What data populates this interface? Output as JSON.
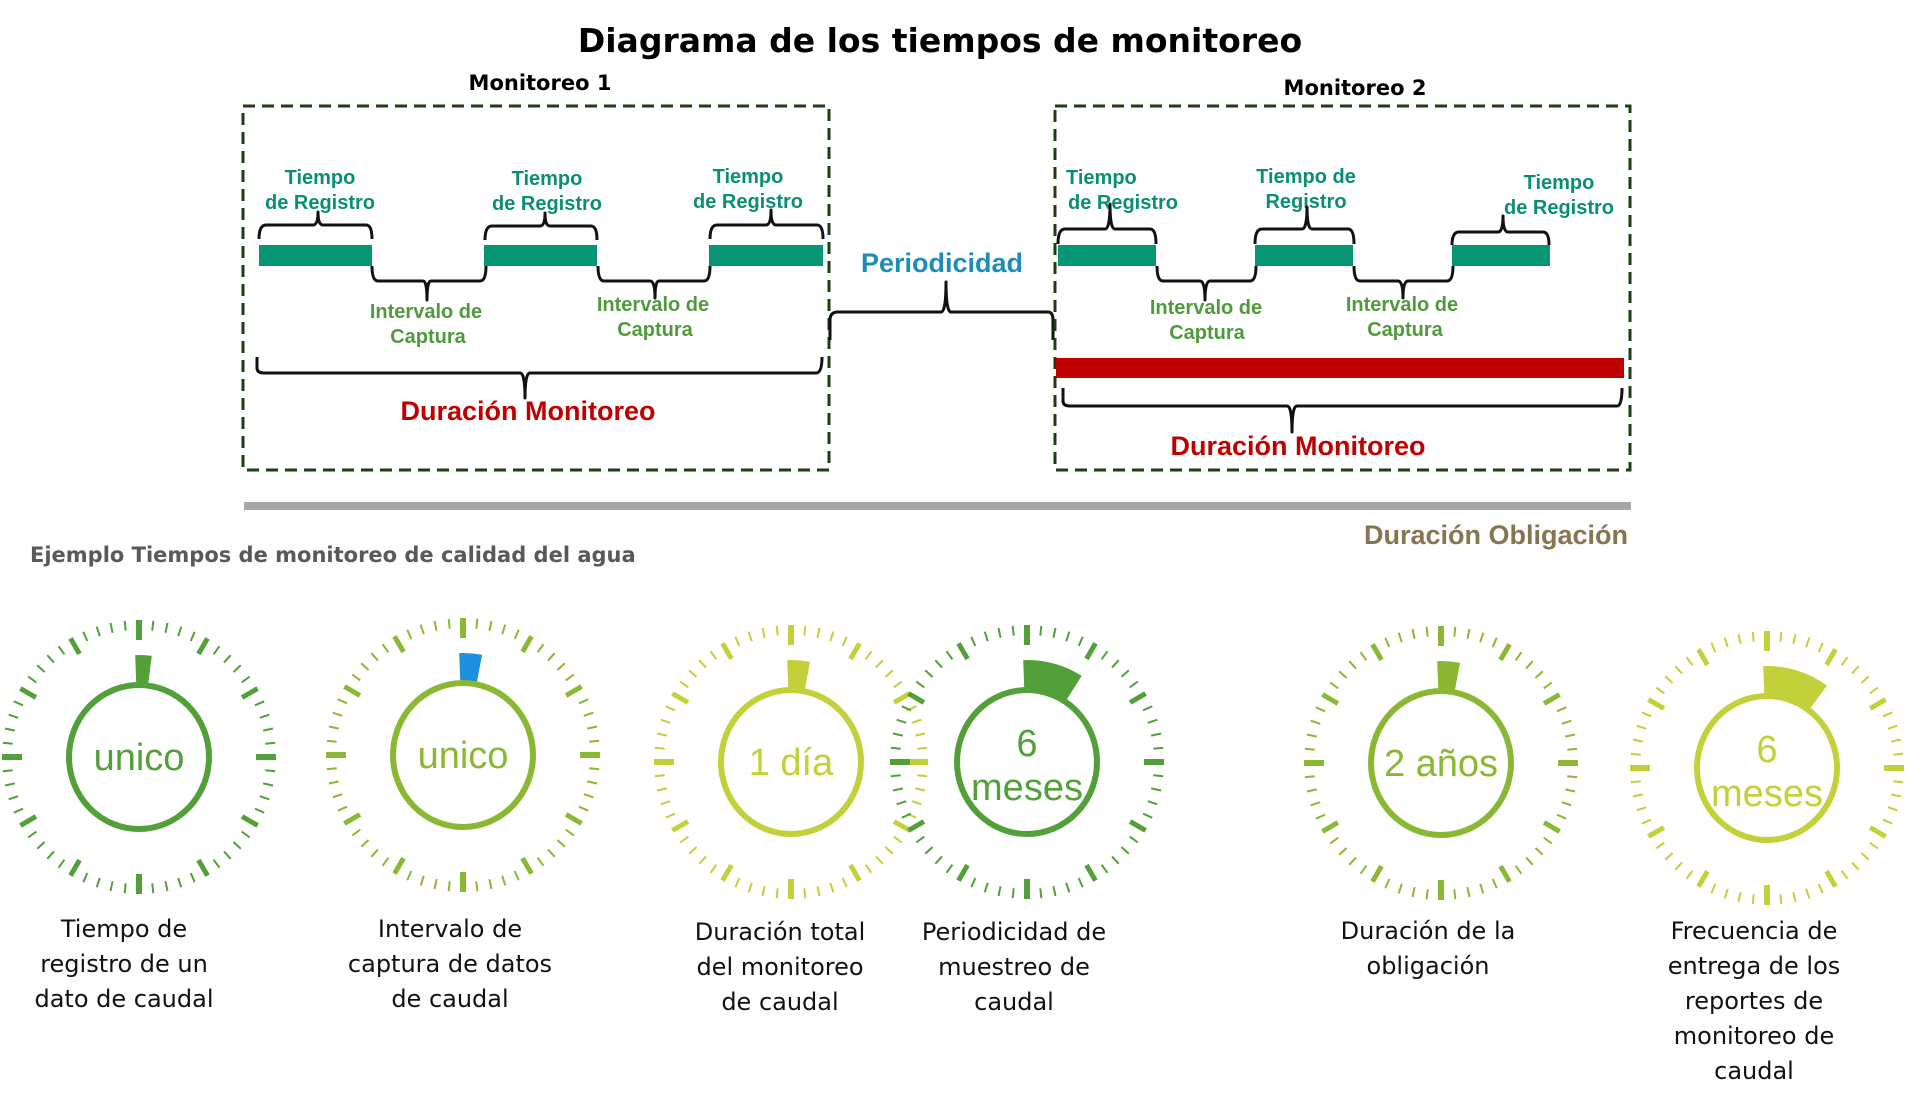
{
  "title": "Diagrama de los tiempos de monitoreo",
  "colors": {
    "registro_bar": "#069674",
    "registro_text": "#0a8f73",
    "captura_text": "#4f9a3c",
    "duracion": "#c00000",
    "periodicidad": "#1b8db8",
    "obligacion_bar": "#a6a6a6",
    "obligacion_text": "#857550",
    "box_border": "#1f3d12"
  },
  "monitoreo1": {
    "label": "Monitoreo 1",
    "registros": [
      {
        "line1": "Tiempo",
        "line2": "de Registro"
      },
      {
        "line1": "Tiempo",
        "line2": "de Registro"
      },
      {
        "line1": "Tiempo",
        "line2": "de Registro"
      }
    ],
    "capturas": [
      {
        "line1": "Intervalo de",
        "line2": "Captura"
      },
      {
        "line1": "Intervalo de",
        "line2": "Captura"
      }
    ],
    "duracion": "Duración Monitoreo"
  },
  "periodicidad": "Periodicidad",
  "monitoreo2": {
    "label": "Monitoreo 2",
    "registros": [
      {
        "line1": "Tiempo",
        "line2": "de Registro"
      },
      {
        "line1": "Tiempo de",
        "line2": "Registro"
      },
      {
        "line1": "Tiempo",
        "line2": "de Registro"
      }
    ],
    "capturas": [
      {
        "line1": "Intervalo de",
        "line2": "Captura"
      },
      {
        "line1": "Intervalo de",
        "line2": "Captura"
      }
    ],
    "duracion": "Duración Monitoreo"
  },
  "obligacion": "Duración Obligación",
  "ejemplo_title": "Ejemplo Tiempos de monitoreo de calidad del agua",
  "gauges": [
    {
      "value_lines": [
        "unico"
      ],
      "color": "#53a03a",
      "wedge_color": "#53a03a",
      "wedge_fraction": 0.02,
      "label_lines": [
        "Tiempo de",
        "registro de un",
        "dato de caudal"
      ]
    },
    {
      "value_lines": [
        "unico"
      ],
      "color": "#8ab833",
      "wedge_color": "#1e90e0",
      "wedge_fraction": 0.03,
      "label_lines": [
        "Intervalo de",
        "captura de datos",
        "de caudal"
      ]
    },
    {
      "value_lines": [
        "1 día"
      ],
      "color": "#c2d13a",
      "wedge_color": "#c2d13a",
      "wedge_fraction": 0.03,
      "label_lines": [
        "Duración total",
        "del monitoreo",
        "de caudal"
      ]
    },
    {
      "value_lines": [
        "6",
        "meses"
      ],
      "color": "#53a03a",
      "wedge_color": "#53a03a",
      "wedge_fraction": 0.09,
      "label_lines": [
        "Periodicidad de",
        "muestreo de",
        "caudal"
      ]
    },
    {
      "value_lines": [
        "2 años"
      ],
      "color": "#8ab833",
      "wedge_color": "#8ab833",
      "wedge_fraction": 0.03,
      "label_lines": [
        "Duración de la",
        "obligación"
      ]
    },
    {
      "value_lines": [
        "6",
        "meses"
      ],
      "color": "#c2d13a",
      "wedge_color": "#c2d13a",
      "wedge_fraction": 0.1,
      "label_lines": [
        "Frecuencia de",
        "entrega de los",
        "reportes de",
        "monitoreo de",
        "caudal"
      ]
    }
  ]
}
